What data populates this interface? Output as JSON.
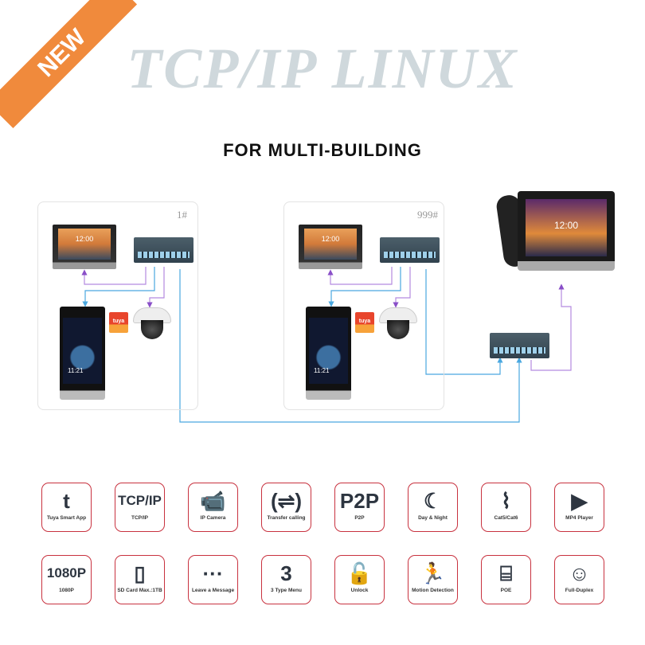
{
  "badge": "NEW",
  "title": "TCP/IP LINUX",
  "subtitle": "FOR MULTI-BUILDING",
  "buildings": [
    {
      "label": "1#",
      "monitor_time": "12:00",
      "door_time": "11:21",
      "tuya": "tuya"
    },
    {
      "label": "999#",
      "monitor_time": "12:00",
      "door_time": "11:21",
      "tuya": "tuya"
    }
  ],
  "desk_phone_time": "12:00",
  "colors": {
    "lan": "#4aa8e0",
    "power": "#8a4fc8",
    "accent": "#c8323f",
    "ribbon": "#f08a3c"
  },
  "features": [
    {
      "glyph": "t",
      "label": "Tuya Smart App",
      "icon": "tuya-icon"
    },
    {
      "glyph": "TCP/IP",
      "label": "TCP/IP",
      "icon": "tcpip-icon"
    },
    {
      "glyph": "📹",
      "label": "IP Camera",
      "icon": "camera-icon"
    },
    {
      "glyph": "(⇌)",
      "label": "Transfer calling",
      "icon": "transfer-icon"
    },
    {
      "glyph": "P2P",
      "label": "P2P",
      "icon": "p2p-icon"
    },
    {
      "glyph": "☾",
      "label": "Day & Night",
      "icon": "day-night-icon"
    },
    {
      "glyph": "⌇",
      "label": "Cat5/Cat6",
      "icon": "cable-icon"
    },
    {
      "glyph": "▶",
      "label": "MP4 Player",
      "icon": "video-icon"
    },
    {
      "glyph": "1080P",
      "label": "1080P",
      "icon": "hd-icon"
    },
    {
      "glyph": "▯",
      "label": "SD Card Max.:1TB",
      "icon": "sd-card-icon"
    },
    {
      "glyph": "···",
      "label": "Leave a Message",
      "icon": "message-icon"
    },
    {
      "glyph": "3",
      "label": "3 Type Menu",
      "icon": "menu-icon"
    },
    {
      "glyph": "🔓",
      "label": "Unlock",
      "icon": "unlock-icon"
    },
    {
      "glyph": "🏃",
      "label": "Motion Detection",
      "icon": "motion-icon"
    },
    {
      "glyph": "⌸",
      "label": "POE",
      "icon": "poe-icon"
    },
    {
      "glyph": "☺",
      "label": "Full-Duplex",
      "icon": "full-duplex-icon"
    }
  ]
}
